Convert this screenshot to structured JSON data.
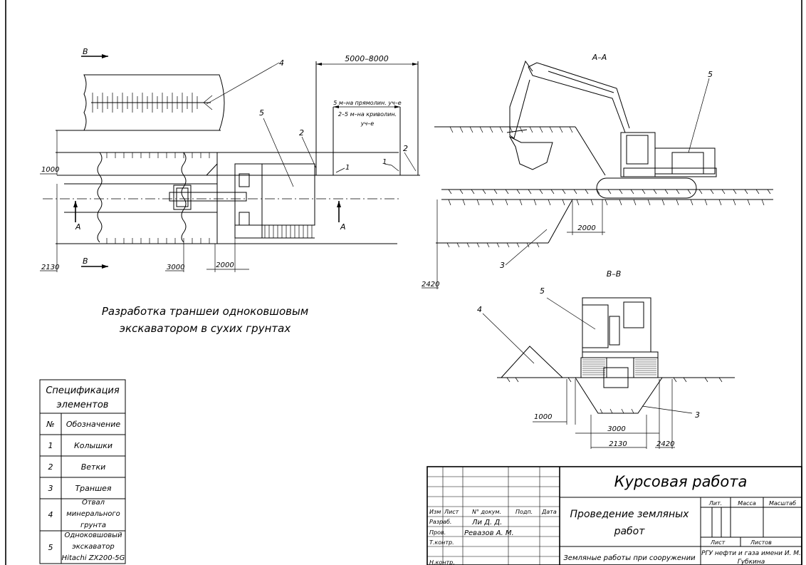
{
  "drawing": {
    "caption_line1": "Разработка траншеи одноковшовым",
    "caption_line2": "экскаватором в сухих грунтах",
    "plan": {
      "section_mark_b_top": "В",
      "section_mark_b_bottom": "В",
      "section_mark_a_left": "А",
      "section_mark_a_right": "А",
      "dim_overall": "5000–8000",
      "note_line1": "5 м–на прямолин. уч–е",
      "note_line2": "2–5 м–на криволин.",
      "note_line3": "уч–е",
      "dim_1000": "1000",
      "dim_2130": "2130",
      "dim_3000": "3000",
      "dim_2000": "2000",
      "callout_4": "4",
      "callout_5": "5",
      "callout_2a": "2",
      "callout_2b": "2",
      "callout_1a": "1",
      "callout_1b": "1"
    },
    "section_aa": {
      "title": "А–А",
      "callout_5": "5",
      "callout_3": "3",
      "dim_2000": "2000",
      "dim_2420": "2420"
    },
    "section_bb": {
      "title": "В–В",
      "callout_5": "5",
      "callout_4": "4",
      "callout_3": "3",
      "dim_1000": "1000",
      "dim_3000": "3000",
      "dim_2130": "2130",
      "dim_2420": "2420"
    }
  },
  "spec_table": {
    "title_line1": "Спецификация",
    "title_line2": "элементов",
    "col_num": "№",
    "col_name": "Обозначение",
    "rows": [
      {
        "num": "1",
        "name_line1": "Колышки",
        "name_line2": "",
        "name_line3": ""
      },
      {
        "num": "2",
        "name_line1": "Ветки",
        "name_line2": "",
        "name_line3": ""
      },
      {
        "num": "3",
        "name_line1": "Траншея",
        "name_line2": "",
        "name_line3": ""
      },
      {
        "num": "4",
        "name_line1": "Отвал",
        "name_line2": "минерального",
        "name_line3": "грунта"
      },
      {
        "num": "5",
        "name_line1": "Одноковшовый",
        "name_line2": "экскаватор",
        "name_line3": "Hitachi ZX200-5G"
      }
    ]
  },
  "title_block": {
    "heading": "Курсовая работа",
    "doc_title_line1": "Проведение земляных",
    "doc_title_line2": "работ",
    "subtitle": "Земляные работы при сооружении",
    "org_line1": "РГУ нефти и газа имени И. М.",
    "org_line2": "Губкина",
    "col_izm": "Изм",
    "col_list": "Лист",
    "col_ndoc": "N° докум.",
    "col_podp": "Подп.",
    "col_data": "Дата",
    "role_razrab": "Разраб.",
    "role_prov": "Пров.",
    "role_tkontr": "Т.контр.",
    "role_nkontr": "Н.контр.",
    "name_razrab": "Ли Д. Д.",
    "name_prov": "Ревазов А. М.",
    "lbl_lit": "Лит.",
    "lbl_massa": "Масса",
    "lbl_masshtab": "Масштаб",
    "lbl_list": "Лист",
    "lbl_listov": "Листов"
  }
}
